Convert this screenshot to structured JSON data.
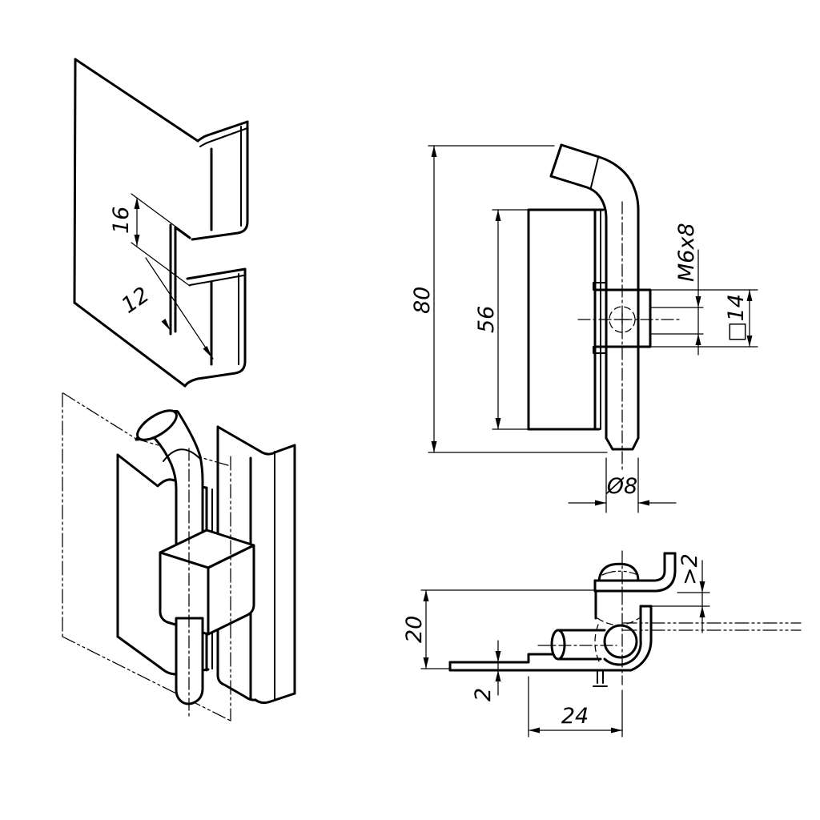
{
  "drawing": {
    "background_color": "#ffffff",
    "line_color": "#000000",
    "views": {
      "iso_leaf": {
        "knuckle_gap": "16",
        "flange_depth": "12"
      },
      "side_view": {
        "overall_height": "80",
        "leaf_height": "56",
        "thread": "M6x8",
        "square_size": "□14",
        "pin_diameter": "Ø8"
      },
      "plan_view": {
        "leaf_offset": "20",
        "sheet_thickness": "2",
        "pin_to_edge": "24",
        "min_clearance": ">2"
      }
    }
  }
}
